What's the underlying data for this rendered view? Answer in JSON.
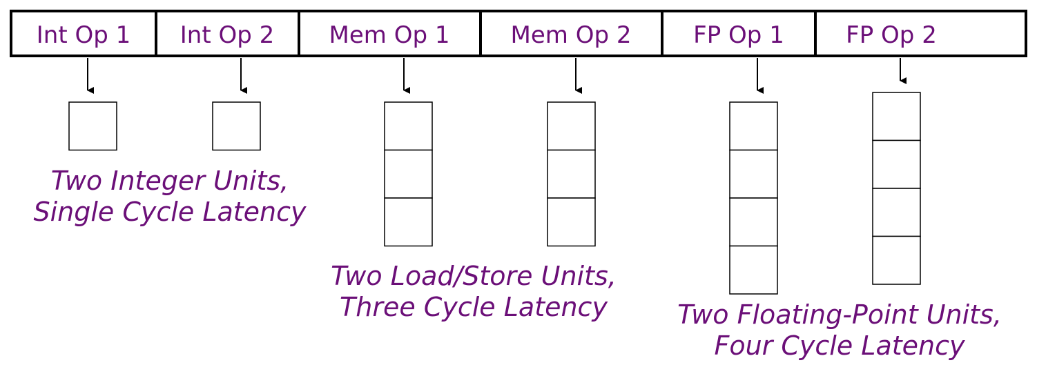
{
  "instruction_slots": [
    {
      "label": "Int Op 1"
    },
    {
      "label": "Int Op 2"
    },
    {
      "label": "Mem Op 1"
    },
    {
      "label": "Mem Op 2"
    },
    {
      "label": "FP Op 1"
    },
    {
      "label": "FP Op 2"
    }
  ],
  "units": [
    {
      "stages": 1
    },
    {
      "stages": 1
    },
    {
      "stages": 3
    },
    {
      "stages": 3
    },
    {
      "stages": 4
    },
    {
      "stages": 4
    }
  ],
  "captions": {
    "integer": {
      "line1": "Two Integer Units,",
      "line2": "Single Cycle Latency"
    },
    "memory": {
      "line1": "Two Load/Store Units,",
      "line2": "Three Cycle Latency"
    },
    "fp": {
      "line1": "Two Floating-Point Units,",
      "line2": "Four Cycle Latency"
    }
  },
  "colors": {
    "text": "#6b0f78",
    "lines": "#000000",
    "background": "#ffffff"
  }
}
